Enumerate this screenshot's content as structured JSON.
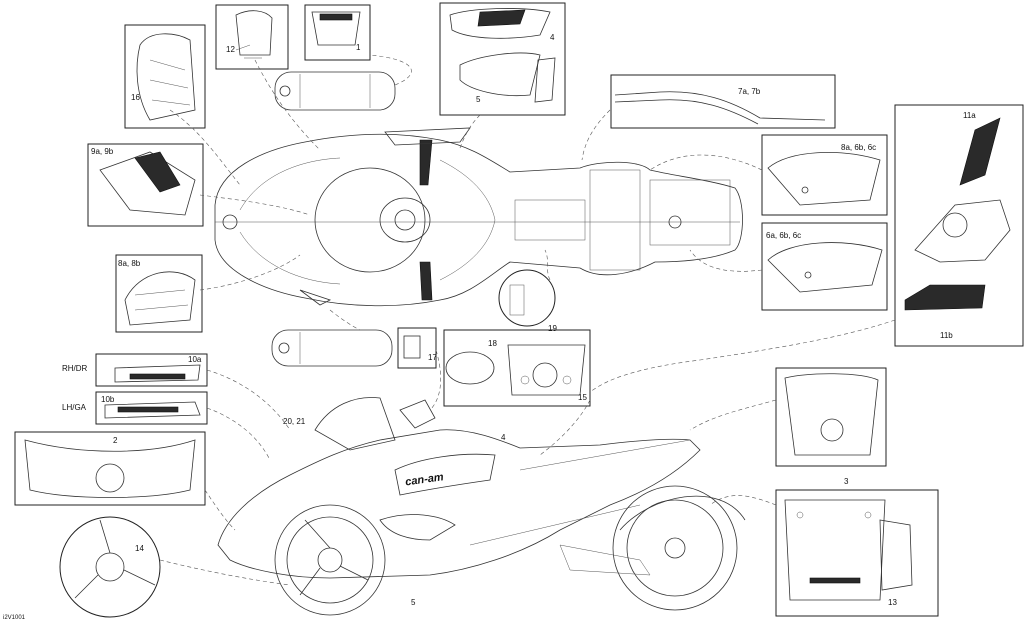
{
  "callouts": {
    "c1": "1",
    "c2": "2",
    "c3": "3",
    "c4a": "4",
    "c4b": "4",
    "c5a": "5",
    "c5b": "5",
    "c7": "7a, 7b",
    "c8a": "8a, 8b",
    "c8b": "8a, 6b, 6c",
    "c6": "6a, 6b, 6c",
    "c9": "9a, 9b",
    "c10a": "10a",
    "c10b": "10b",
    "c11a": "11a",
    "c11b": "11b",
    "c12": "12",
    "c13": "13",
    "c14": "14",
    "c15": "15",
    "c16": "16",
    "c17": "17",
    "c18": "18",
    "c19": "19",
    "c20": "20, 21"
  },
  "side_labels": {
    "rh": "RH/DR",
    "lh": "LH/GA"
  },
  "decal_text": {
    "brand": "can-am"
  },
  "figure_code": "i2V1001"
}
